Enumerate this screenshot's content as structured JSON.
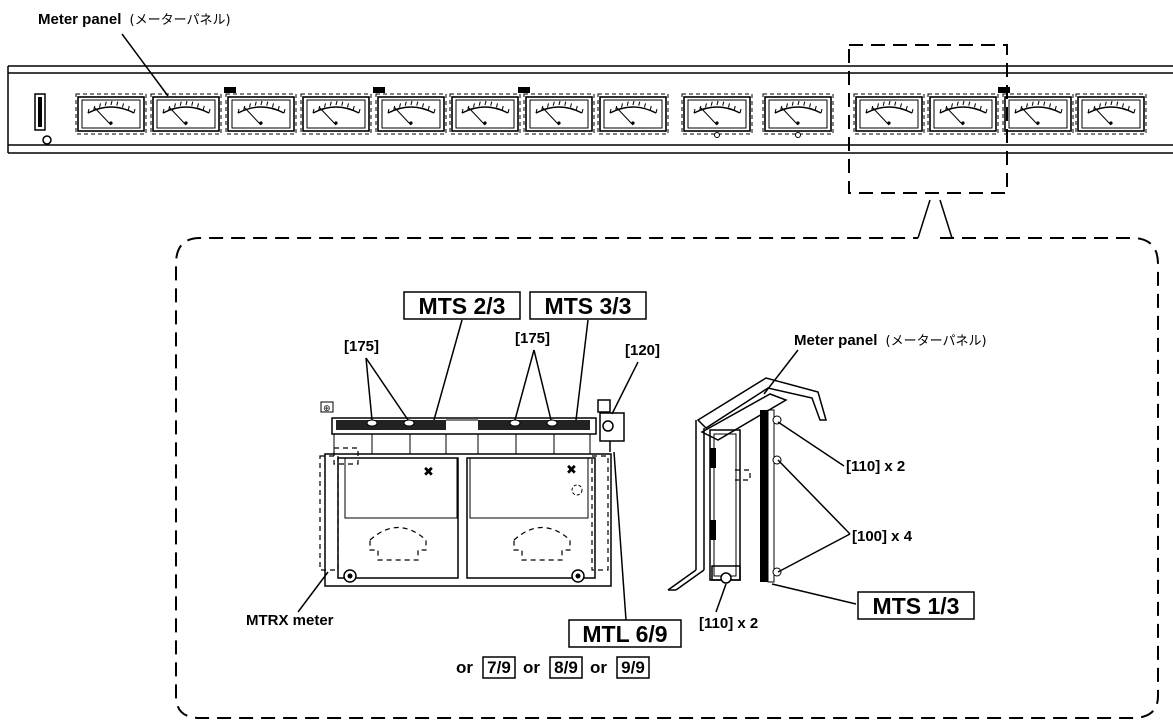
{
  "top": {
    "title": "Meter panel",
    "title_jp": "(メーターパネル)"
  },
  "detail": {
    "front_view": {
      "box_labels": [
        "MTS 2/3",
        "MTS 3/3"
      ],
      "screw_labels": [
        "[175]",
        "[175]",
        "[120]"
      ],
      "mtrx_label": "MTRX meter",
      "mtl_label": "MTL 6/9",
      "or_text": "or",
      "alternatives": [
        "7/9",
        "8/9",
        "9/9"
      ]
    },
    "side_view": {
      "panel_label": "Meter panel",
      "panel_label_jp": "(メーターパネル)",
      "screw_top": "[110] x 2",
      "screw_mid": "[100] x 4",
      "screw_bottom": "[110] x 2",
      "mts_label": "MTS 1/3"
    }
  }
}
